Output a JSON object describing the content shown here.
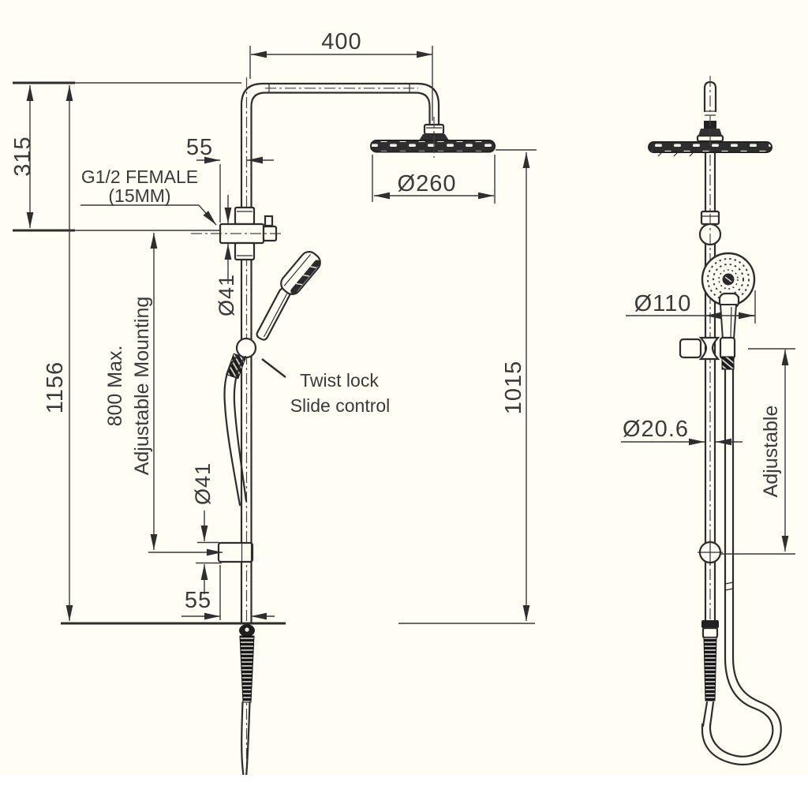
{
  "front": {
    "arm_width": "400",
    "top_offset": "315",
    "overall_height": "1156",
    "wall_offset_top": "55",
    "inlet_label_1": "G1/2 FEMALE",
    "inlet_label_2": "(15MM)",
    "bracket_dia_top": "Ø41",
    "mount_line_1": "800 Max.",
    "mount_line_2": "Adjustable Mounting",
    "twist_line_1": "Twist lock",
    "twist_line_2": "Slide  control",
    "bracket_dia_bottom": "Ø41",
    "wall_offset_bottom": "55",
    "head_dia": "Ø260",
    "rail_height": "1015"
  },
  "side": {
    "hand_dia": "Ø110",
    "pipe_dia": "Ø20.6",
    "adjustable": "Adjustable"
  }
}
